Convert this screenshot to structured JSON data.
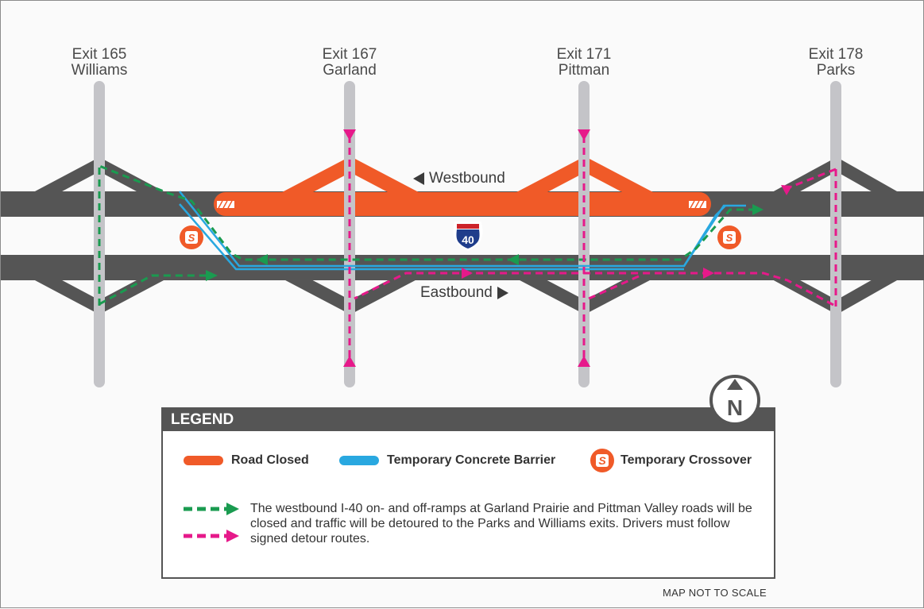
{
  "exits": [
    {
      "number": "Exit 165",
      "name": "Williams"
    },
    {
      "number": "Exit 167",
      "name": "Garland"
    },
    {
      "number": "Exit 171",
      "name": "Pittman"
    },
    {
      "number": "Exit 178",
      "name": "Parks"
    }
  ],
  "directions": {
    "westbound": "Westbound",
    "eastbound": "Eastbound"
  },
  "shield": {
    "route": "40",
    "prefix": "I"
  },
  "legend": {
    "title": "LEGEND",
    "items": [
      {
        "label": "Road Closed",
        "color": "#f05a28"
      },
      {
        "label": "Temporary Concrete Barrier",
        "color": "#29a8e0"
      },
      {
        "label": "Temporary Crossover",
        "color": "#f05a28",
        "icon": "crossover-icon"
      }
    ],
    "detour_colors": [
      "#1a9b50",
      "#e6198a"
    ],
    "description": "The westbound I-40 on- and off-ramps at Garland Prairie and Pittman Valley roads will be closed and traffic will be detoured to the Parks and Williams exits. Drivers must follow signed detour routes."
  },
  "north_label": "N",
  "footer_note": "MAP NOT TO SCALE",
  "colors": {
    "road": "#555555",
    "crossroad": "#c4c4c8",
    "closed": "#f05a28",
    "barrier": "#29a8e0",
    "detour_green": "#1a9b50",
    "detour_pink": "#e6198a"
  }
}
